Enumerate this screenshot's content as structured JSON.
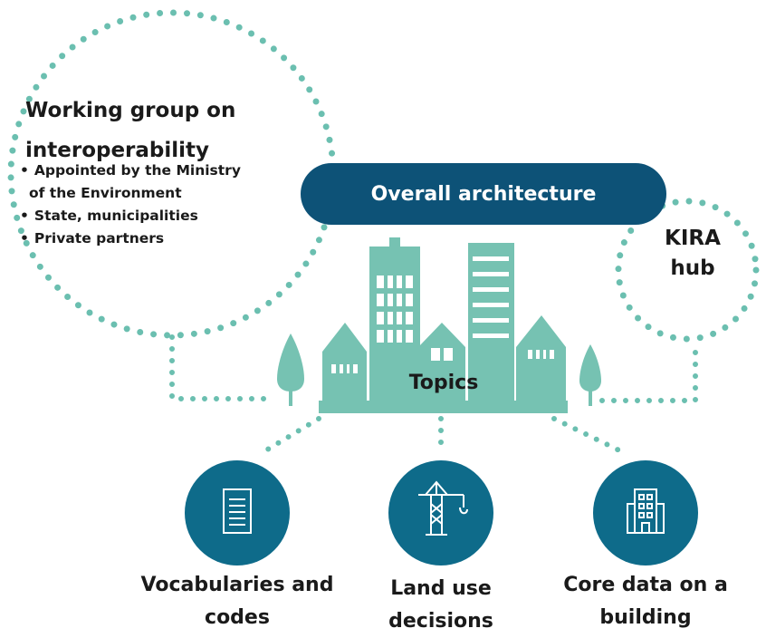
{
  "working_group": {
    "title_line1": "Working group on",
    "title_line2": "interoperability",
    "bullets": {
      "b1_line1": "Appointed by the Ministry",
      "b1_line2": "of the Environment",
      "b2": "State, municipalities",
      "b3": "Private partners"
    }
  },
  "architecture": {
    "label": "Overall architecture"
  },
  "kira": {
    "line1": "KIRA",
    "line2": "hub"
  },
  "center": {
    "label": "Topics"
  },
  "topics": [
    {
      "icon": "document-icon",
      "line1": "Vocabularies and",
      "line2": "codes"
    },
    {
      "icon": "crane-icon",
      "line1": "Land use",
      "line2": "decisions"
    },
    {
      "icon": "building-icon",
      "line1": "Core data on a",
      "line2": "building"
    }
  ],
  "colors": {
    "dark_teal": "#0d5277",
    "circle_teal": "#0e6b8a",
    "light_teal": "#76c2b2",
    "dot_teal": "#6bbfb0"
  }
}
